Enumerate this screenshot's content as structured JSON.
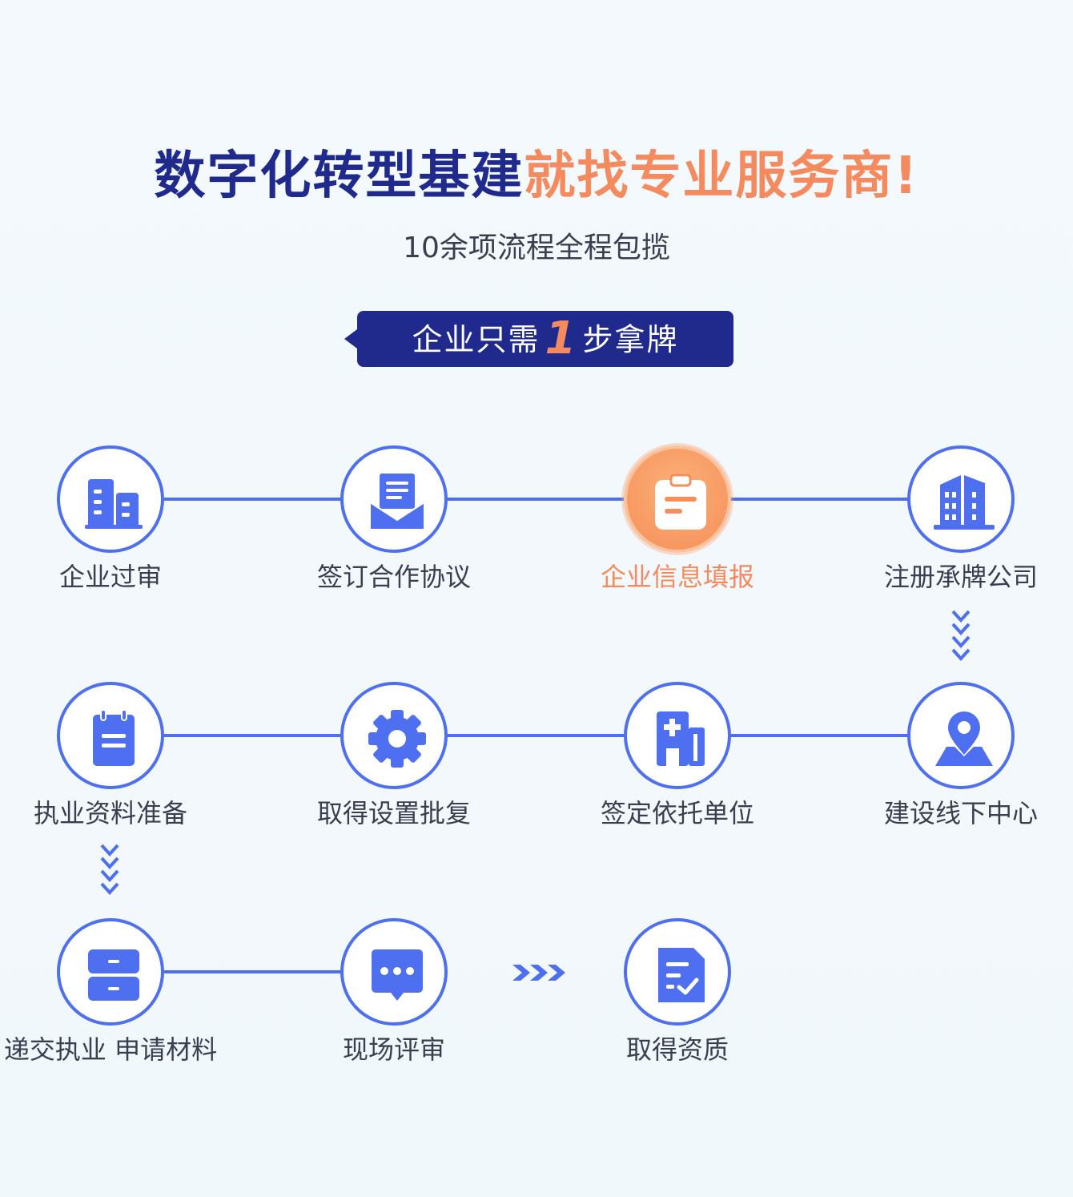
{
  "header": {
    "title_part1": "数字化转型基建",
    "title_part2": "就找专业服务商!",
    "subtitle": "10余项流程全程包揽",
    "badge_before": "企业只需",
    "badge_number": "1",
    "badge_after": "步拿牌"
  },
  "colors": {
    "primary_blue": "#4d6ff0",
    "navy": "#1f2a8c",
    "accent_orange": "#f48a5d",
    "text": "#3a3f4f"
  },
  "steps": [
    {
      "label": "企业过审",
      "icon": "building-icon"
    },
    {
      "label": "签订合作协议",
      "icon": "document-envelope-icon"
    },
    {
      "label": "企业信息填报",
      "icon": "clipboard-icon",
      "active": true
    },
    {
      "label": "注册承牌公司",
      "icon": "skyscraper-icon"
    },
    {
      "label": "建设线下中心",
      "icon": "location-pin-icon"
    },
    {
      "label": "签定依托单位",
      "icon": "hospital-icon"
    },
    {
      "label": "取得设置批复",
      "icon": "gear-icon"
    },
    {
      "label": "执业资料准备",
      "icon": "notepad-icon"
    },
    {
      "label": "递交执业 申请材料",
      "icon": "file-drawer-icon"
    },
    {
      "label": "现场评审",
      "icon": "chat-bubble-icon"
    },
    {
      "label": "取得资质",
      "icon": "approved-document-icon"
    }
  ]
}
